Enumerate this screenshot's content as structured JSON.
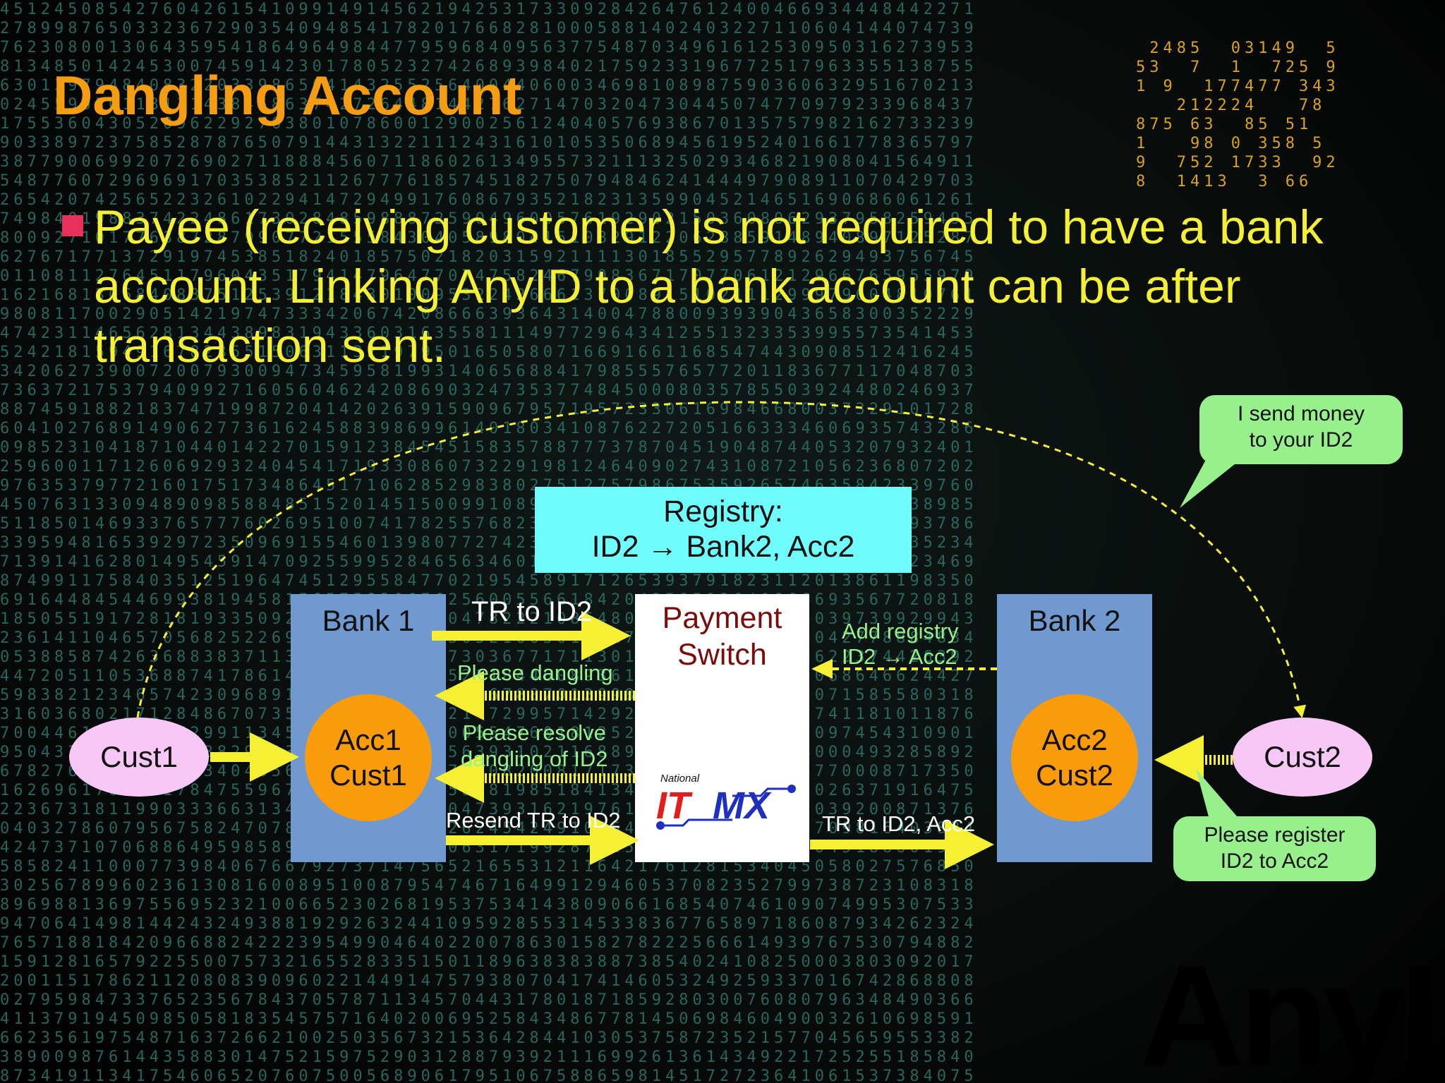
{
  "slide": {
    "title": "Dangling Account",
    "bullet": "Payee (receiving customer) is not required to have a bank account. Linking AnyID to a bank account can be after transaction sent.",
    "brand_mark": "AnyID"
  },
  "diagram": {
    "registry": {
      "line1": "Registry:",
      "line2": "ID2 → Bank2, Acc2"
    },
    "bank1": {
      "title": "Bank 1",
      "account_line1": "Acc1",
      "account_line2": "Cust1"
    },
    "bank2": {
      "title": "Bank 2",
      "account_line1": "Acc2",
      "account_line2": "Cust2"
    },
    "payment_switch": {
      "line1": "Payment",
      "line2": "Switch",
      "logo_small": "National",
      "logo_left": "IT",
      "logo_right": "MX"
    },
    "cust1": "Cust1",
    "cust2": "Cust2",
    "callout_top": {
      "line1": "I send money",
      "line2": "to your ID2"
    },
    "callout_bottom": {
      "line1": "Please register",
      "line2": "ID2 to Acc2"
    },
    "arrows": {
      "tr_to_id2": "TR to ID2",
      "please_dangling": "Please dangling",
      "please_resolve_1": "Please resolve",
      "please_resolve_2": "dangling of ID2",
      "resend_tr": "Resend TR to ID2",
      "add_registry_1": "Add registry",
      "add_registry_2": "ID2 → Acc2",
      "tr_to_id2_acc2": "TR to ID2, Acc2"
    }
  },
  "colors": {
    "title": "#f59d12",
    "bullet_text": "#f5f033",
    "bullet_marker": "#e8305a",
    "registry_fill": "#6ffdfd",
    "bank_fill": "#6f99cf",
    "account_fill": "#f99b0b",
    "customer_fill": "#f7c8f5",
    "callout_fill": "#98f08d",
    "arrow": "#f5f033",
    "switch_text": "#7a0c0c",
    "itmx_red": "#e31c1c",
    "itmx_blue": "#1f2fbf"
  }
}
